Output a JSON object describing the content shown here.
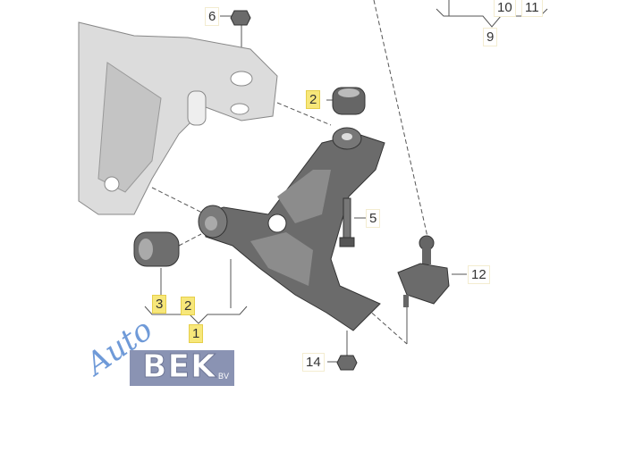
{
  "callouts": {
    "part_1": "1",
    "part_2_top": "2",
    "part_2_bottom": "2",
    "part_3": "3",
    "part_5": "5",
    "part_6": "6",
    "part_9": "9",
    "part_10": "10",
    "part_11": "11",
    "part_12": "12",
    "part_14": "14"
  },
  "logo": {
    "script": "Auto",
    "name": "BEK",
    "suffix": "BV"
  },
  "colors": {
    "highlight": "#f7e77a",
    "part": "#6b6b6b",
    "frame": "#d8d8d8",
    "logo": "#8a93b3"
  }
}
